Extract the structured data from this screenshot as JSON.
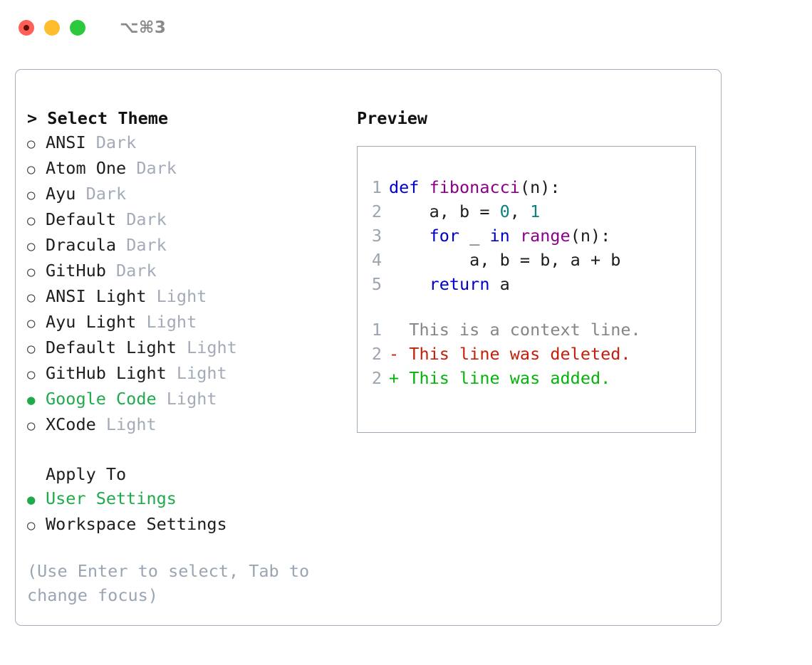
{
  "titlebar": {
    "traffic_lights": [
      {
        "name": "close",
        "color": "#ff5f57"
      },
      {
        "name": "minimize",
        "color": "#febc2e"
      },
      {
        "name": "zoom",
        "color": "#2cc93f"
      }
    ],
    "shortcut": "⌥⌘3"
  },
  "theme_picker": {
    "title": "> Select Theme",
    "marker_unselected": "○",
    "marker_selected": "●",
    "options": [
      {
        "label": "ANSI",
        "suffix": "Dark",
        "selected": false
      },
      {
        "label": "Atom One",
        "suffix": "Dark",
        "selected": false
      },
      {
        "label": "Ayu",
        "suffix": "Dark",
        "selected": false
      },
      {
        "label": "Default",
        "suffix": "Dark",
        "selected": false
      },
      {
        "label": "Dracula",
        "suffix": "Dark",
        "selected": false
      },
      {
        "label": "GitHub",
        "suffix": "Dark",
        "selected": false
      },
      {
        "label": "ANSI Light",
        "suffix": "Light",
        "selected": false
      },
      {
        "label": "Ayu Light",
        "suffix": "Light",
        "selected": false
      },
      {
        "label": "Default Light",
        "suffix": "Light",
        "selected": false
      },
      {
        "label": "GitHub Light",
        "suffix": "Light",
        "selected": false
      },
      {
        "label": "Google Code",
        "suffix": "Light",
        "selected": true
      },
      {
        "label": "XCode",
        "suffix": "Light",
        "selected": false
      }
    ]
  },
  "apply_to": {
    "title": "Apply To",
    "options": [
      {
        "label": "User Settings",
        "selected": true
      },
      {
        "label": "Workspace Settings",
        "selected": false
      }
    ]
  },
  "hint": "(Use Enter to select, Tab to change focus)",
  "preview": {
    "title": "Preview",
    "code": [
      {
        "no": "1",
        "tokens": [
          {
            "t": "def ",
            "c": "kw"
          },
          {
            "t": "fibonacci",
            "c": "fn"
          },
          {
            "t": "(n):",
            "c": "pl"
          }
        ]
      },
      {
        "no": "2",
        "tokens": [
          {
            "t": "    a, b = ",
            "c": "pl"
          },
          {
            "t": "0",
            "c": "num"
          },
          {
            "t": ", ",
            "c": "pl"
          },
          {
            "t": "1",
            "c": "num"
          }
        ]
      },
      {
        "no": "3",
        "tokens": [
          {
            "t": "    ",
            "c": "pl"
          },
          {
            "t": "for",
            "c": "kw"
          },
          {
            "t": " _ ",
            "c": "pl"
          },
          {
            "t": "in",
            "c": "kw"
          },
          {
            "t": " ",
            "c": "pl"
          },
          {
            "t": "range",
            "c": "fn"
          },
          {
            "t": "(n):",
            "c": "pl"
          }
        ]
      },
      {
        "no": "4",
        "tokens": [
          {
            "t": "        a, b = b, a + b",
            "c": "pl"
          }
        ]
      },
      {
        "no": "5",
        "tokens": [
          {
            "t": "    ",
            "c": "pl"
          },
          {
            "t": "return",
            "c": "kw"
          },
          {
            "t": " a",
            "c": "pl"
          }
        ]
      }
    ],
    "diff": [
      {
        "no": "1",
        "marker": " ",
        "text": " This is a context line.",
        "kind": "ctx"
      },
      {
        "no": "2",
        "marker": "-",
        "text": " This line was deleted.",
        "kind": "del"
      },
      {
        "no": "2",
        "marker": "+",
        "text": " This line was added.",
        "kind": "add"
      }
    ]
  },
  "colors": {
    "accent_green": "#1faa4b",
    "diff_add": "#05b30b",
    "diff_del": "#c41f0a",
    "muted": "#a3abb8",
    "keyword": "#0000cc",
    "function": "#8b008b",
    "number": "#0d8080",
    "border": "#a6afbd"
  }
}
